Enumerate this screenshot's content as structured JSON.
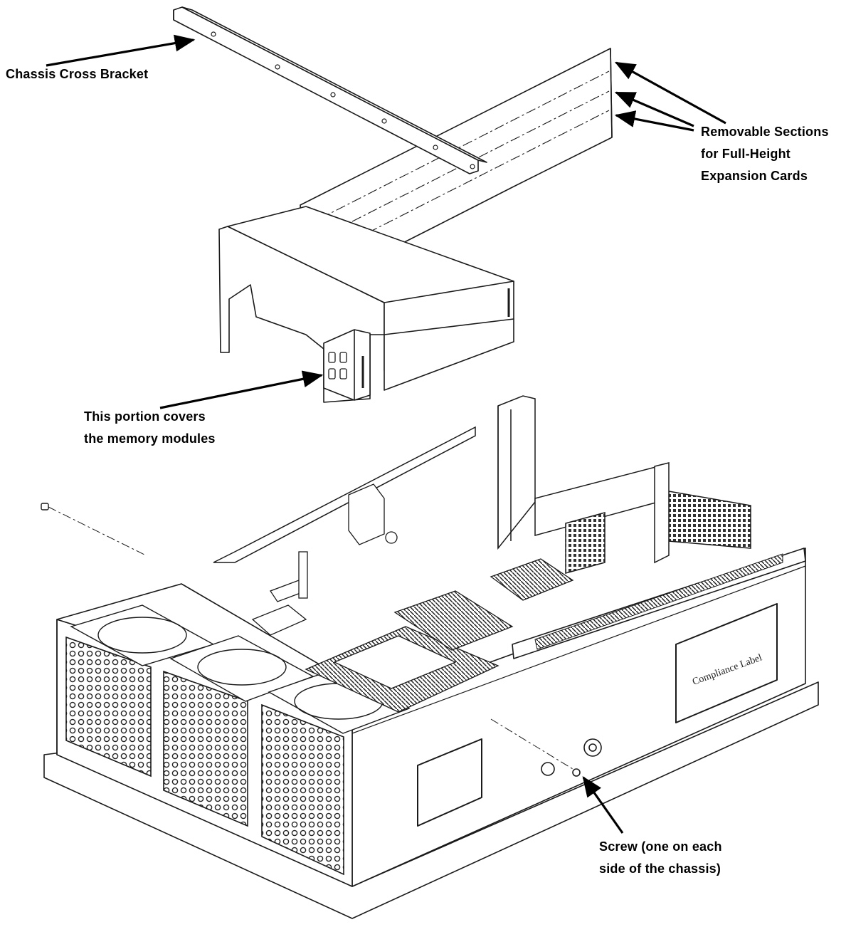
{
  "callouts": {
    "cross_bracket": "Chassis Cross Bracket",
    "removable_sections": "Removable Sections\nfor Full-Height\nExpansion Cards",
    "memory_cover": "This portion covers\nthe memory modules",
    "screw": "Screw (one on each\nside of the chassis)"
  },
  "labels": {
    "compliance_label": "Compliance Label"
  },
  "colors": {
    "ink": "#000000",
    "line": "#1a1a1a",
    "background": "#ffffff"
  }
}
